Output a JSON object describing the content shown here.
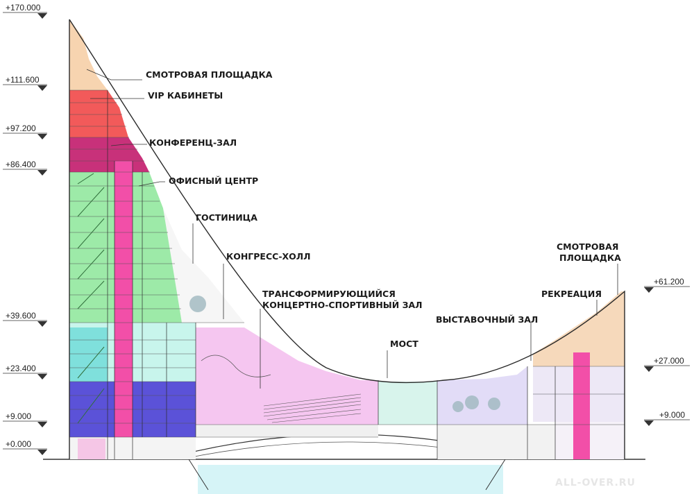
{
  "levels_left": [
    "+170.000",
    "+111.600",
    "+97.200",
    "+86.400",
    "+39.600",
    "+23.400",
    "+9.000",
    "+0.000"
  ],
  "levels_right": [
    "+61.200",
    "+27.000",
    "+9.000"
  ],
  "labels": {
    "observation_deck": "СМОТРОВАЯ ПЛОЩАДКА",
    "vip_cabinets": "VIP КАБИНЕТЫ",
    "conference_hall": "КОНФЕРЕНЦ-ЗАЛ",
    "office_center": "ОФИСНЫЙ ЦЕНТР",
    "hotel": "ГОСТИНИЦА",
    "congress_hall": "КОНГРЕСС-ХОЛЛ",
    "concert_hall_line1": "ТРАНСФОРМИРУЮЩИЙСЯ",
    "concert_hall_line2": "КОНЦЕРТНО-СПОРТИВНЫЙ ЗАЛ",
    "bridge": "МОСТ",
    "exhibition_hall": "ВЫСТАВОЧНЫЙ ЗАЛ",
    "recreation": "РЕКРЕАЦИЯ",
    "observation_deck_2_line1": "СМОТРОВАЯ",
    "observation_deck_2_line2": "ПЛОЩАДКА"
  },
  "watermark": "ALL-OVER.RU",
  "colors": {
    "observation": "#f7d4b0",
    "vip": "#f25a5a",
    "conference": "#c8317a",
    "office": "#9deaa8",
    "hotel_core": "#f24fa8",
    "congress": "#c8f5ec",
    "cyan": "#7fe0dc",
    "blue": "#5b52d8",
    "concert": "#f5c6f0",
    "bridge": "#d8f4ec",
    "exhibition": "#e2dcf7",
    "recreation": "#f6d9bb",
    "water": "#d6f4f7"
  }
}
